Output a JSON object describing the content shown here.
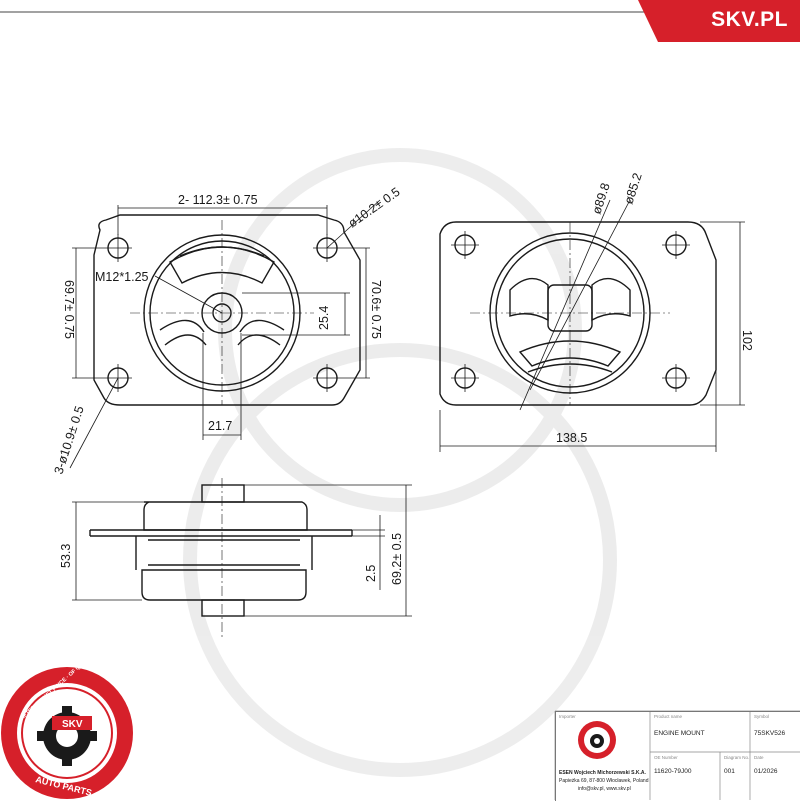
{
  "brand": {
    "banner_text": "SKV.PL",
    "accent": "#d6202a"
  },
  "badge": {
    "ring_text": "AFTERMARKET PRICE · OF QUALITY",
    "center_text": "SKV",
    "bottom_text": "AUTO PARTS"
  },
  "dimensions": {
    "hole_spacing": "2- 112.3± 0.75",
    "hole_dia_top": "ø10.2± 0.5",
    "thread": "M12*1.25",
    "height_left": "69.7± 0.75",
    "height_right": "70.6± 0.75",
    "boss_h": "25.4",
    "holes_3": "3-ø10.9± 0.5",
    "boss_w": "21.7",
    "dia_outer": "ø89.8",
    "dia_inner": "ø85.2",
    "plate_h": "102",
    "plate_w": "138.5",
    "side_h_left": "53.3",
    "flange_t": "2.5",
    "side_h_right": "69.2± 0.5"
  },
  "title_block": {
    "importer_label": "Importer",
    "importer_name": "ESEN Wojciech Michorzewski S.K.A.",
    "importer_addr": "Papieżka 69, 87-800 Włocławek, Poland",
    "importer_web": "info@skv.pl, www.skv.pl",
    "product_label": "Product name",
    "product_name": "ENGINE MOUNT",
    "symbol_label": "Symbol",
    "symbol_value": "75SKV526",
    "oe_label": "OE Number",
    "oe_value": "11620-79J00",
    "diagram_label": "Diagram No.",
    "diagram_value": "001",
    "date_label": "Date",
    "date_value": "01/2026"
  }
}
